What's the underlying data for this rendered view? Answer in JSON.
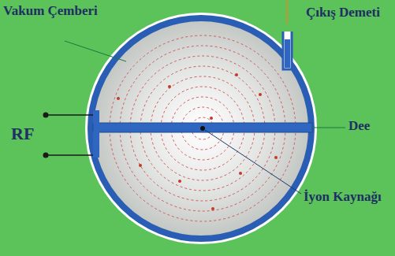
{
  "diagram": {
    "labels": [
      "Vakum Çemberi",
      "Çıkış Demeti",
      "RF",
      "Dee",
      "İyon Kaynağı"
    ]
  }
}
